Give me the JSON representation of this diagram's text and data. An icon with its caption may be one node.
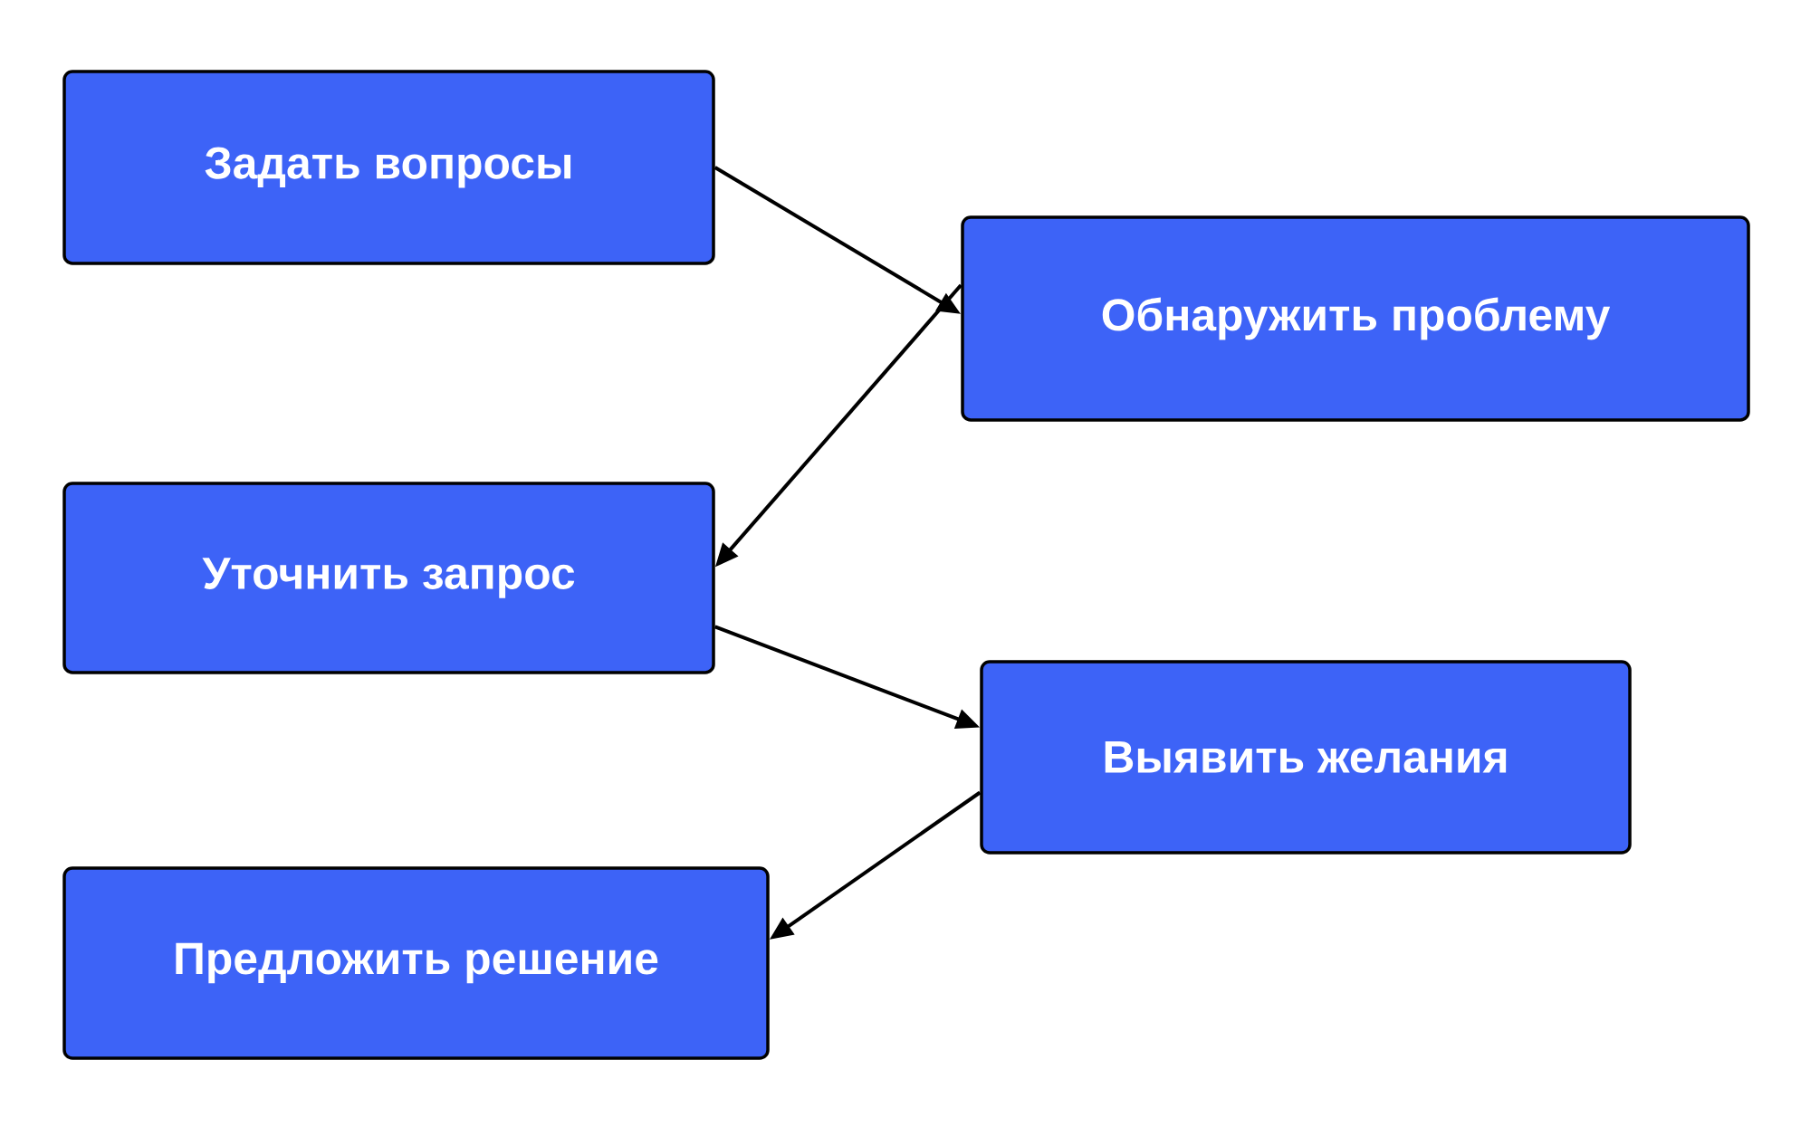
{
  "diagram": {
    "nodes": [
      {
        "text": [
          "Задать вопросы"
        ]
      },
      {
        "text": [
          "Обнаружить проблему"
        ]
      },
      {
        "text": [
          "Уточнить запрос"
        ]
      },
      {
        "text": [
          "Выявить желания"
        ]
      },
      {
        "text": [
          "Предложить решение"
        ]
      }
    ],
    "edges": [
      {
        "from": 0,
        "to": 1,
        "arrow": "to"
      },
      {
        "from": 1,
        "to": 2,
        "arrow": "to"
      },
      {
        "from": 2,
        "to": 3,
        "arrow": "to"
      },
      {
        "from": 3,
        "to": 4,
        "arrow": "to"
      }
    ]
  }
}
